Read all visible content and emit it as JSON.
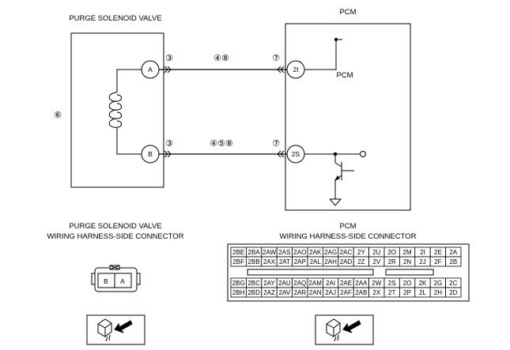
{
  "labels": {
    "solenoid_title": "PURGE SOLENOID VALVE",
    "pcm_title": "PCM",
    "pcm_inner": "PCM",
    "connector_title_left_1": "PURGE SOLENOID VALVE",
    "connector_title_left_2": "WIRING HARNESS-SIDE CONNECTOR",
    "connector_title_right_1": "PCM",
    "connector_title_right_2": "WIRING HARNESS-SIDE CONNECTOR",
    "note_6": "⑥"
  },
  "circuit": {
    "terminal_A": "A",
    "terminal_B": "B",
    "terminal_2I": "2I",
    "terminal_2S": "2S",
    "wire_top_left_note": "③",
    "wire_top_mid_note": "④⑧",
    "wire_top_right_note": "⑦",
    "wire_bottom_left_note": "③",
    "wire_bottom_mid_note": "④⑤⑧",
    "wire_bottom_right_note": "⑦"
  },
  "solenoid_connector": {
    "pins": [
      "B",
      "A"
    ]
  },
  "pcm_connector": {
    "rows": [
      [
        "2BE",
        "2BA",
        "2AW",
        "2AS",
        "2AO",
        "2AK",
        "2AG",
        "2AC",
        "2Y",
        "2U",
        "2O",
        "2M",
        "2I",
        "2E",
        "2A"
      ],
      [
        "2BF",
        "2BB",
        "2AX",
        "2AT",
        "2AP",
        "2AL",
        "2AH",
        "2AD",
        "2Z",
        "2V",
        "2R",
        "2N",
        "2J",
        "2F",
        "2B"
      ],
      [
        "2BG",
        "2BC",
        "2AY",
        "2AU",
        "2AQ",
        "2AM",
        "2AI",
        "2AE",
        "2AA",
        "2W",
        "2S",
        "2O",
        "2K",
        "2G",
        "2C"
      ],
      [
        "2BH",
        "2BD",
        "2AZ",
        "2AV",
        "2AR",
        "2AN",
        "2AJ",
        "2AF",
        "2AB",
        "2X",
        "2T",
        "2P",
        "2L",
        "2H",
        "2D"
      ]
    ]
  }
}
